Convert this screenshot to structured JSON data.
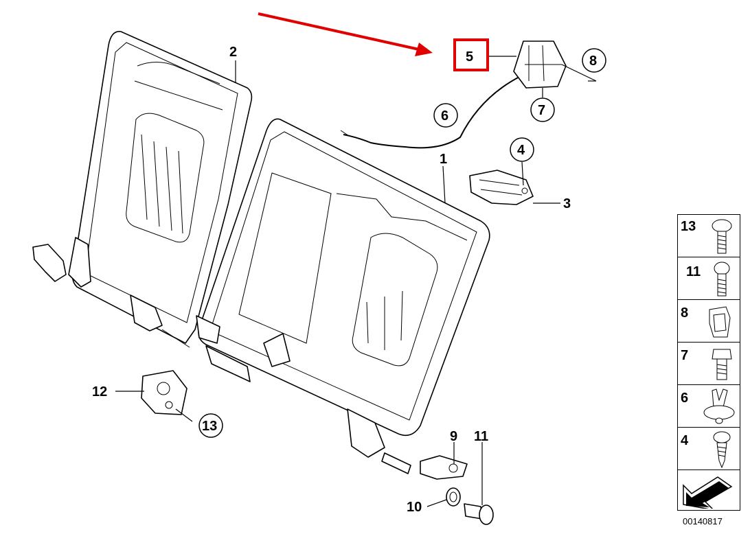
{
  "callouts": {
    "c1": "1",
    "c2": "2",
    "c3": "3",
    "c4": "4",
    "c5": "5",
    "c6": "6",
    "c7": "7",
    "c8": "8",
    "c9": "9",
    "c10": "10",
    "c11": "11",
    "c12": "12",
    "c13": "13"
  },
  "legend": {
    "items": [
      "13",
      "11",
      "8",
      "7",
      "6",
      "4"
    ]
  },
  "catalog_number": "00140817",
  "colors": {
    "highlight": "#e00000",
    "ink": "#000000",
    "background": "#ffffff"
  }
}
